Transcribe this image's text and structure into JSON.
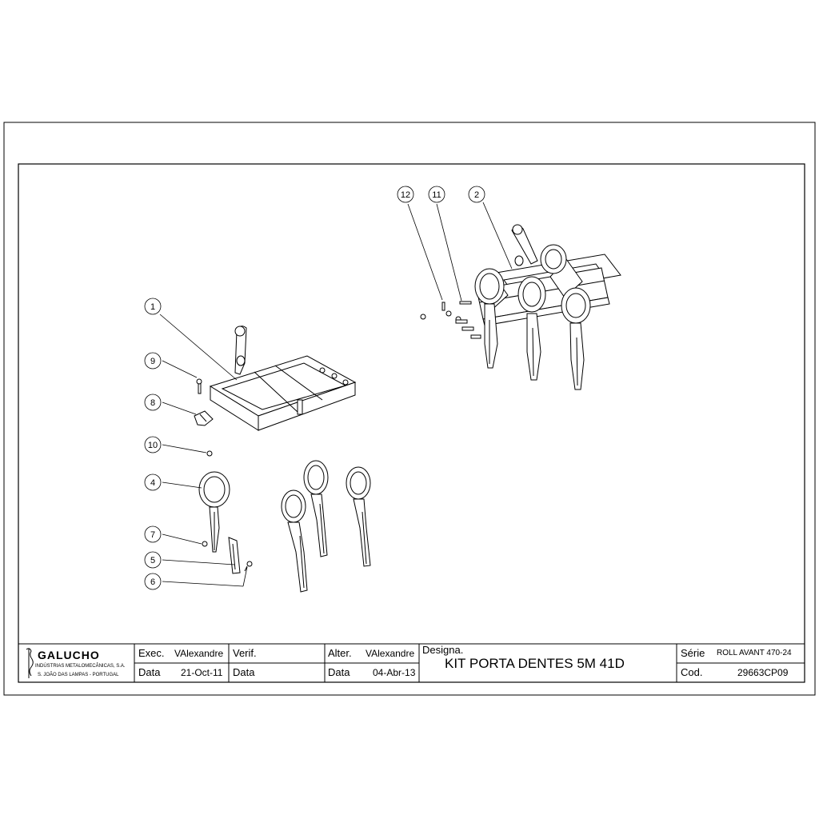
{
  "balloons": [
    "1",
    "2",
    "4",
    "5",
    "6",
    "7",
    "8",
    "9",
    "10",
    "11",
    "12"
  ],
  "title_block": {
    "company_name": "GALUCHO",
    "company_line1": "INDÚSTRIAS METALOMECÂNICAS, S.A.",
    "company_line2": "S. JOÃO DAS LAMPAS - PORTUGAL",
    "exec_label": "Exec.",
    "exec_value": "VAlexandre",
    "exec_date_label": "Data",
    "exec_date_value": "21-Oct-11",
    "verif_label": "Verif.",
    "verif_date_label": "Data",
    "alter_label": "Alter.",
    "alter_value": "VAlexandre",
    "alter_date_label": "Data",
    "alter_date_value": "04-Abr-13",
    "designa_label": "Designa.",
    "designa_value": "KIT PORTA DENTES 5M 41D",
    "serie_label": "Série",
    "serie_value": "ROLL AVANT 470-24",
    "cod_label": "Cod.",
    "cod_value": "29663CP09"
  }
}
